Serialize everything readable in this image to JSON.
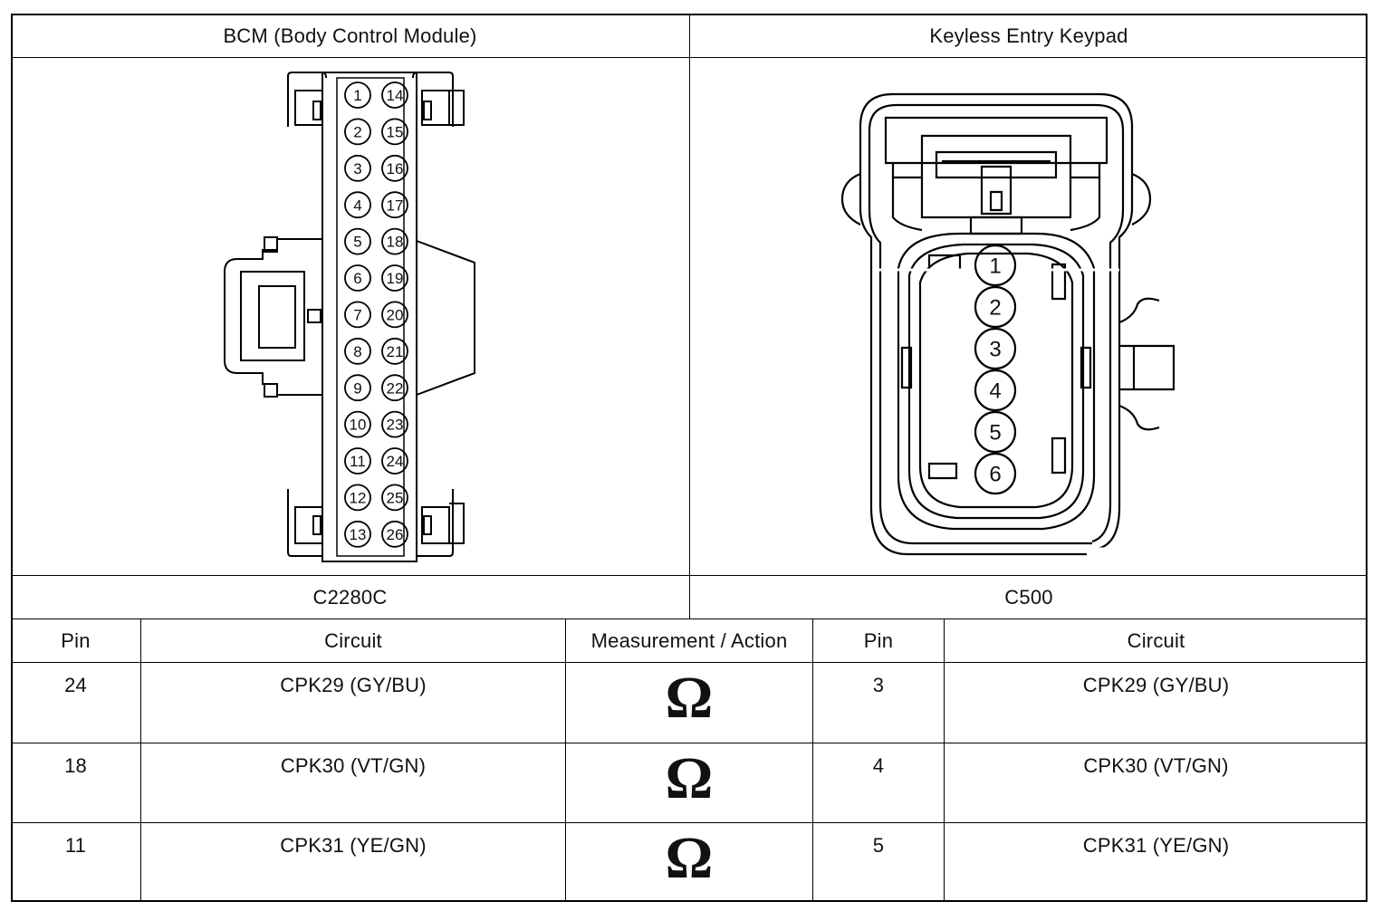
{
  "left_connector": {
    "title": "BCM (Body Control Module)",
    "connector_id": "C2280C",
    "pins_col1": [
      "1",
      "2",
      "3",
      "4",
      "5",
      "6",
      "7",
      "8",
      "9",
      "10",
      "11",
      "12",
      "13"
    ],
    "pins_col2": [
      "14",
      "15",
      "16",
      "17",
      "18",
      "19",
      "20",
      "21",
      "22",
      "23",
      "24",
      "25",
      "26"
    ]
  },
  "right_connector": {
    "title": "Keyless Entry Keypad",
    "connector_id": "C500",
    "pins": [
      "1",
      "2",
      "3",
      "4",
      "5",
      "6"
    ]
  },
  "table": {
    "headers": [
      "Pin",
      "Circuit",
      "Measurement / Action",
      "Pin",
      "Circuit"
    ],
    "rows": [
      {
        "pin_a": "24",
        "circuit_a": "CPK29 (GY/BU)",
        "measure": "Ω",
        "pin_b": "3",
        "circuit_b": "CPK29 (GY/BU)"
      },
      {
        "pin_a": "18",
        "circuit_a": "CPK30 (VT/GN)",
        "measure": "Ω",
        "pin_b": "4",
        "circuit_b": "CPK30 (VT/GN)"
      },
      {
        "pin_a": "11",
        "circuit_a": "CPK31 (YE/GN)",
        "measure": "Ω",
        "pin_b": "5",
        "circuit_b": "CPK31 (YE/GN)"
      }
    ]
  }
}
